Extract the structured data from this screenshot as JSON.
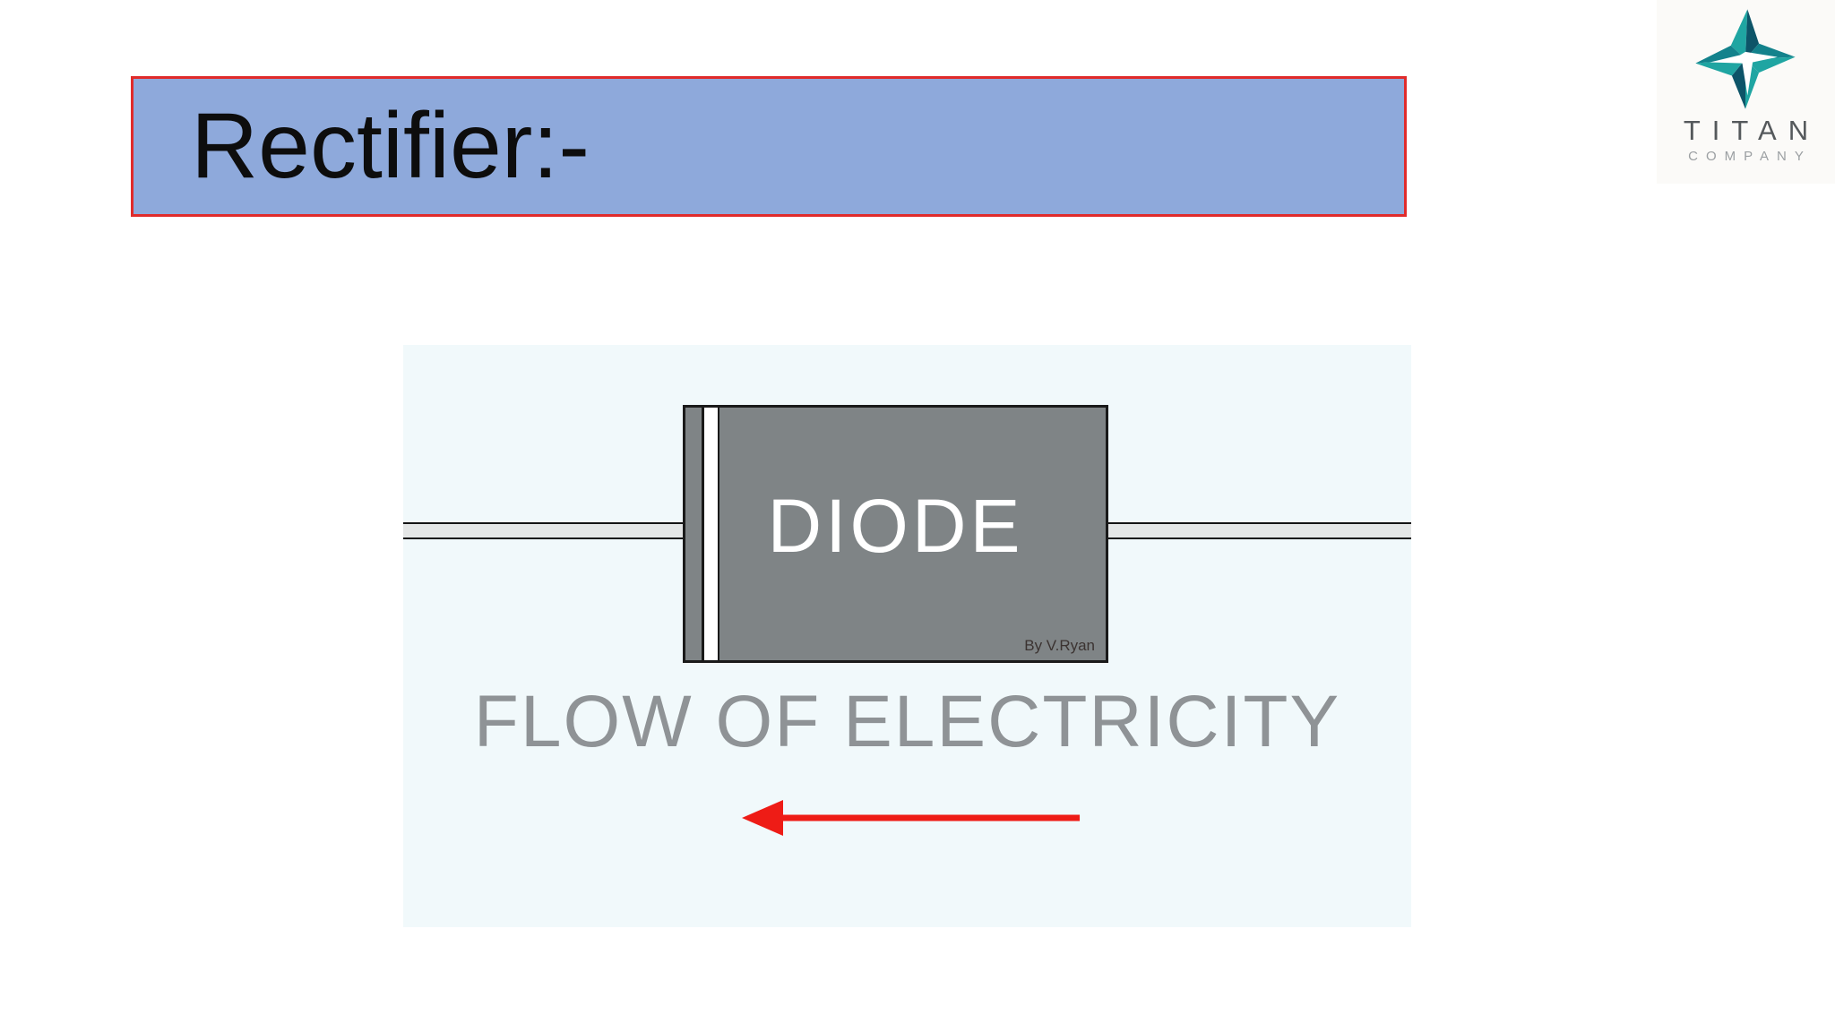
{
  "slide": {
    "title": "Rectifier:-"
  },
  "logo": {
    "brand": "TITAN",
    "subbrand": "COMPANY",
    "star_icon": "titan-star-icon"
  },
  "diagram": {
    "component_label": "DIODE",
    "credit": "By V.Ryan",
    "caption": "FLOW OF ELECTRICITY",
    "arrow_direction": "left"
  },
  "colors": {
    "title-fill": "#8ea9db",
    "title-border": "#e02b2b",
    "diagram-bg": "#f1f9fb",
    "diode-gray": "#7f8486",
    "flow-text": "#8f9396",
    "arrow-red": "#ee1c16",
    "star-teal-light": "#1fa5a2",
    "star-teal-mid": "#13828c",
    "star-teal-dark": "#0d5468"
  }
}
